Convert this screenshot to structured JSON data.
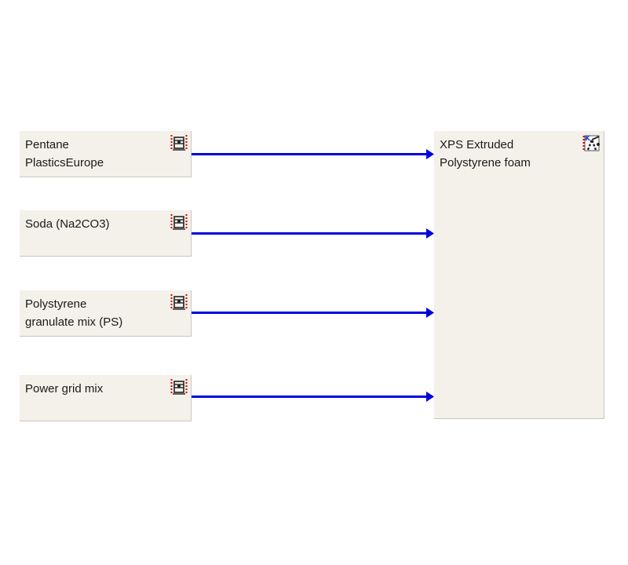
{
  "inputs": [
    {
      "lines": [
        "Pentane",
        "PlasticsEurope"
      ],
      "icon": "process-unit-icon"
    },
    {
      "lines": [
        "Soda (Na2CO3)"
      ],
      "icon": "process-unit-icon"
    },
    {
      "lines": [
        "Polystyrene",
        "granulate mix (PS)"
      ],
      "icon": "process-unit-icon"
    },
    {
      "lines": [
        "Power grid mix"
      ],
      "icon": "process-unit-icon"
    }
  ],
  "output": {
    "lines": [
      "XPS Extruded",
      "Polystyrene foam"
    ],
    "icon": "plan-process-icon"
  },
  "colors": {
    "arrow": "#0000dd",
    "node_bg": "#f3f1ea",
    "node_border": "#c9c6bb"
  }
}
